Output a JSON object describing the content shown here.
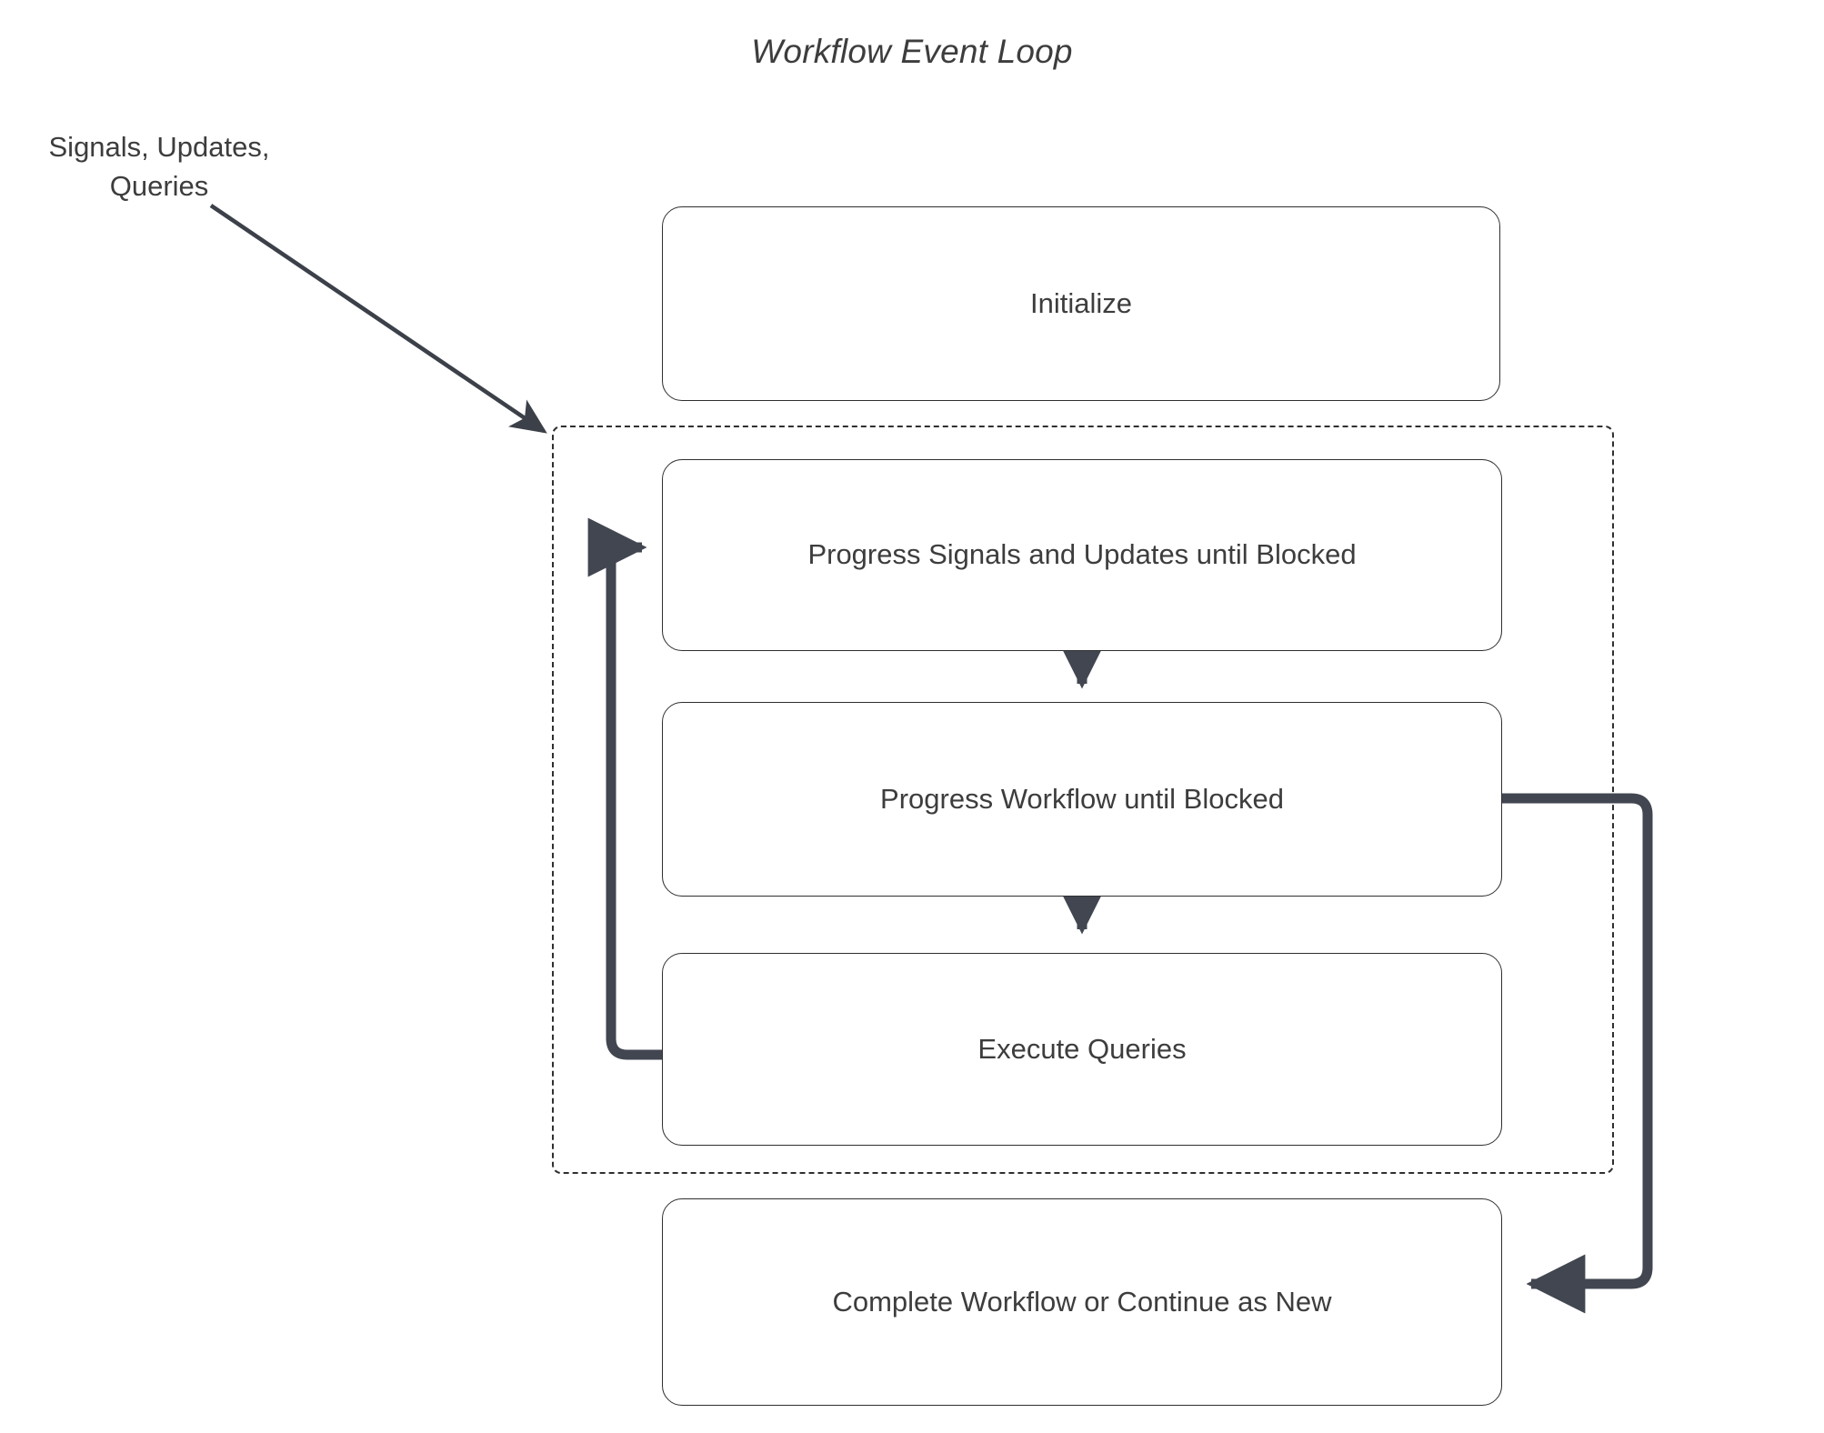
{
  "diagram": {
    "title": "Workflow Event Loop",
    "type": "flowchart",
    "colors": {
      "background": "#ffffff",
      "node_border": "#2f2f2f",
      "node_fill": "#ffffff",
      "text": "#3d3d3d",
      "thin_edge": "#3c4049",
      "thick_edge": "#414650",
      "dashed_container_border": "#2f2f2f"
    },
    "external_label": {
      "line1": "Signals, Updates,",
      "line2": "Queries",
      "text": "Signals, Updates, Queries"
    },
    "loop_container": {
      "name": "event-loop-region",
      "style": "dashed",
      "label": ""
    },
    "nodes": [
      {
        "id": "initialize",
        "label": "Initialize"
      },
      {
        "id": "progress-signals",
        "label": "Progress Signals and Updates until Blocked"
      },
      {
        "id": "progress-workflow",
        "label": "Progress Workflow until Blocked"
      },
      {
        "id": "execute-queries",
        "label": "Execute Queries"
      },
      {
        "id": "complete",
        "label": "Complete Workflow or Continue as New"
      }
    ],
    "edges": [
      {
        "id": "signals-to-loop",
        "from": "Signals, Updates, Queries",
        "to": "event-loop-region",
        "style": "thin-arrow",
        "label": ""
      },
      {
        "id": "signals-to-workflow",
        "from": "progress-signals",
        "to": "progress-workflow",
        "style": "thick-arrow",
        "label": ""
      },
      {
        "id": "workflow-to-queries",
        "from": "progress-workflow",
        "to": "execute-queries",
        "style": "thick-arrow",
        "label": ""
      },
      {
        "id": "queries-to-signals",
        "from": "execute-queries",
        "to": "progress-signals",
        "style": "thick-loop-left",
        "label": ""
      },
      {
        "id": "workflow-to-complete",
        "from": "progress-workflow",
        "to": "complete",
        "style": "thick-loop-right",
        "label": ""
      }
    ]
  }
}
